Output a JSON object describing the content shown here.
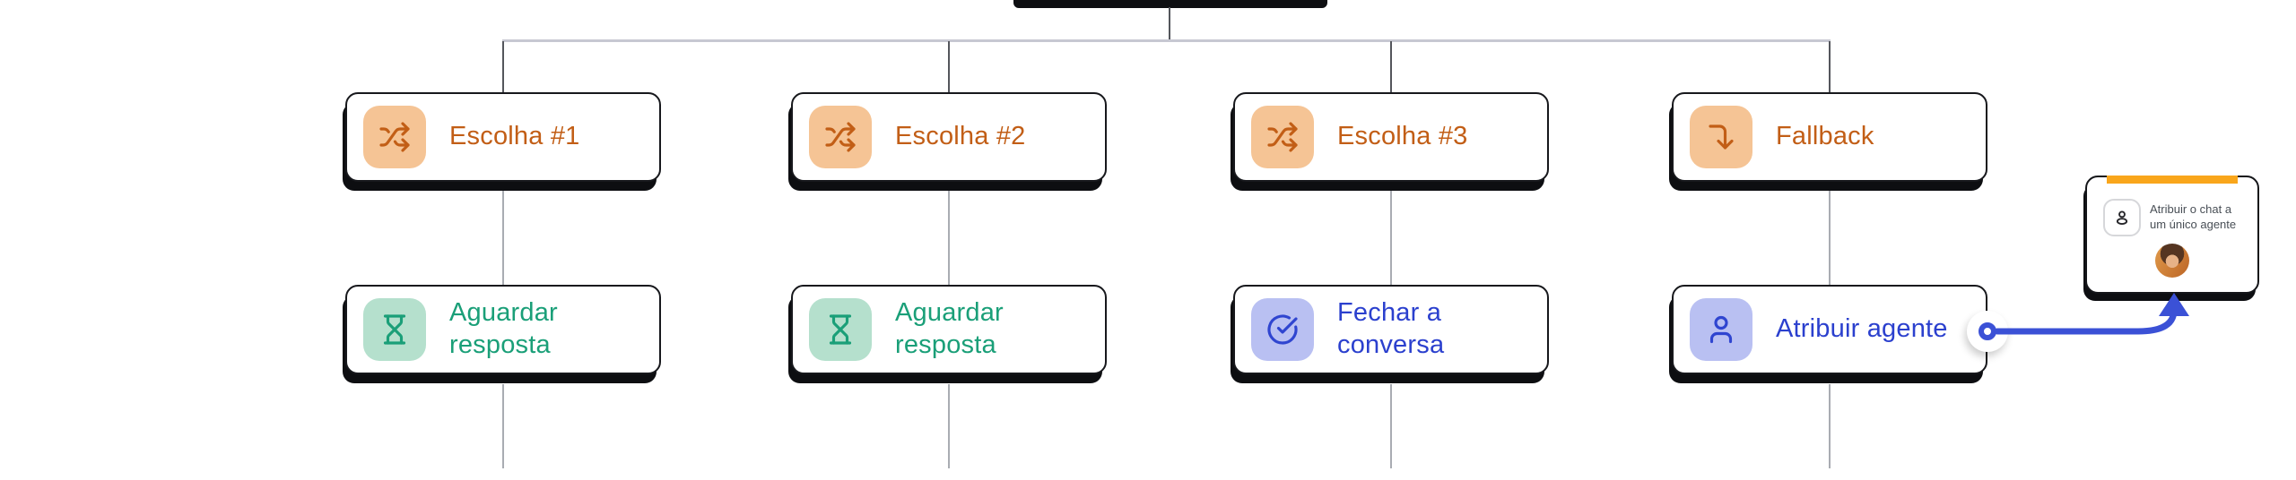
{
  "nodes": {
    "row1": [
      {
        "label": "Escolha #1",
        "icon": "shuffle-icon",
        "theme": "orange"
      },
      {
        "label": "Escolha #2",
        "icon": "shuffle-icon",
        "theme": "orange"
      },
      {
        "label": "Escolha #3",
        "icon": "shuffle-icon",
        "theme": "orange"
      },
      {
        "label": "Fallback",
        "icon": "corner-right-down-icon",
        "theme": "orange"
      }
    ],
    "row2": [
      {
        "label": "Aguardar resposta",
        "icon": "hourglass-icon",
        "theme": "green"
      },
      {
        "label": "Aguardar resposta",
        "icon": "hourglass-icon",
        "theme": "green"
      },
      {
        "label": "Fechar a conversa",
        "icon": "check-circle-icon",
        "theme": "blue"
      },
      {
        "label": "Atribuir agente",
        "icon": "user-icon",
        "theme": "blue"
      }
    ]
  },
  "tooltip_card": {
    "line1": "Atribuir o chat a",
    "line2": "um único agente",
    "icon": "person-icon",
    "avatar": "agent-photo",
    "accent_color": "#F9A61B"
  },
  "colors": {
    "orange_text": "#C25E16",
    "orange_icon_bg": "#F5C495",
    "green_text": "#1A9F78",
    "green_icon_bg": "#B5E0CD",
    "blue_text": "#2B40CE",
    "blue_icon_bg": "#B9C0F2",
    "arrow_blue": "#3B51D6",
    "rail_gray": "#C7C8D2",
    "line_gray": "#A9ACB2",
    "node_shadow": "#0D0E11"
  }
}
